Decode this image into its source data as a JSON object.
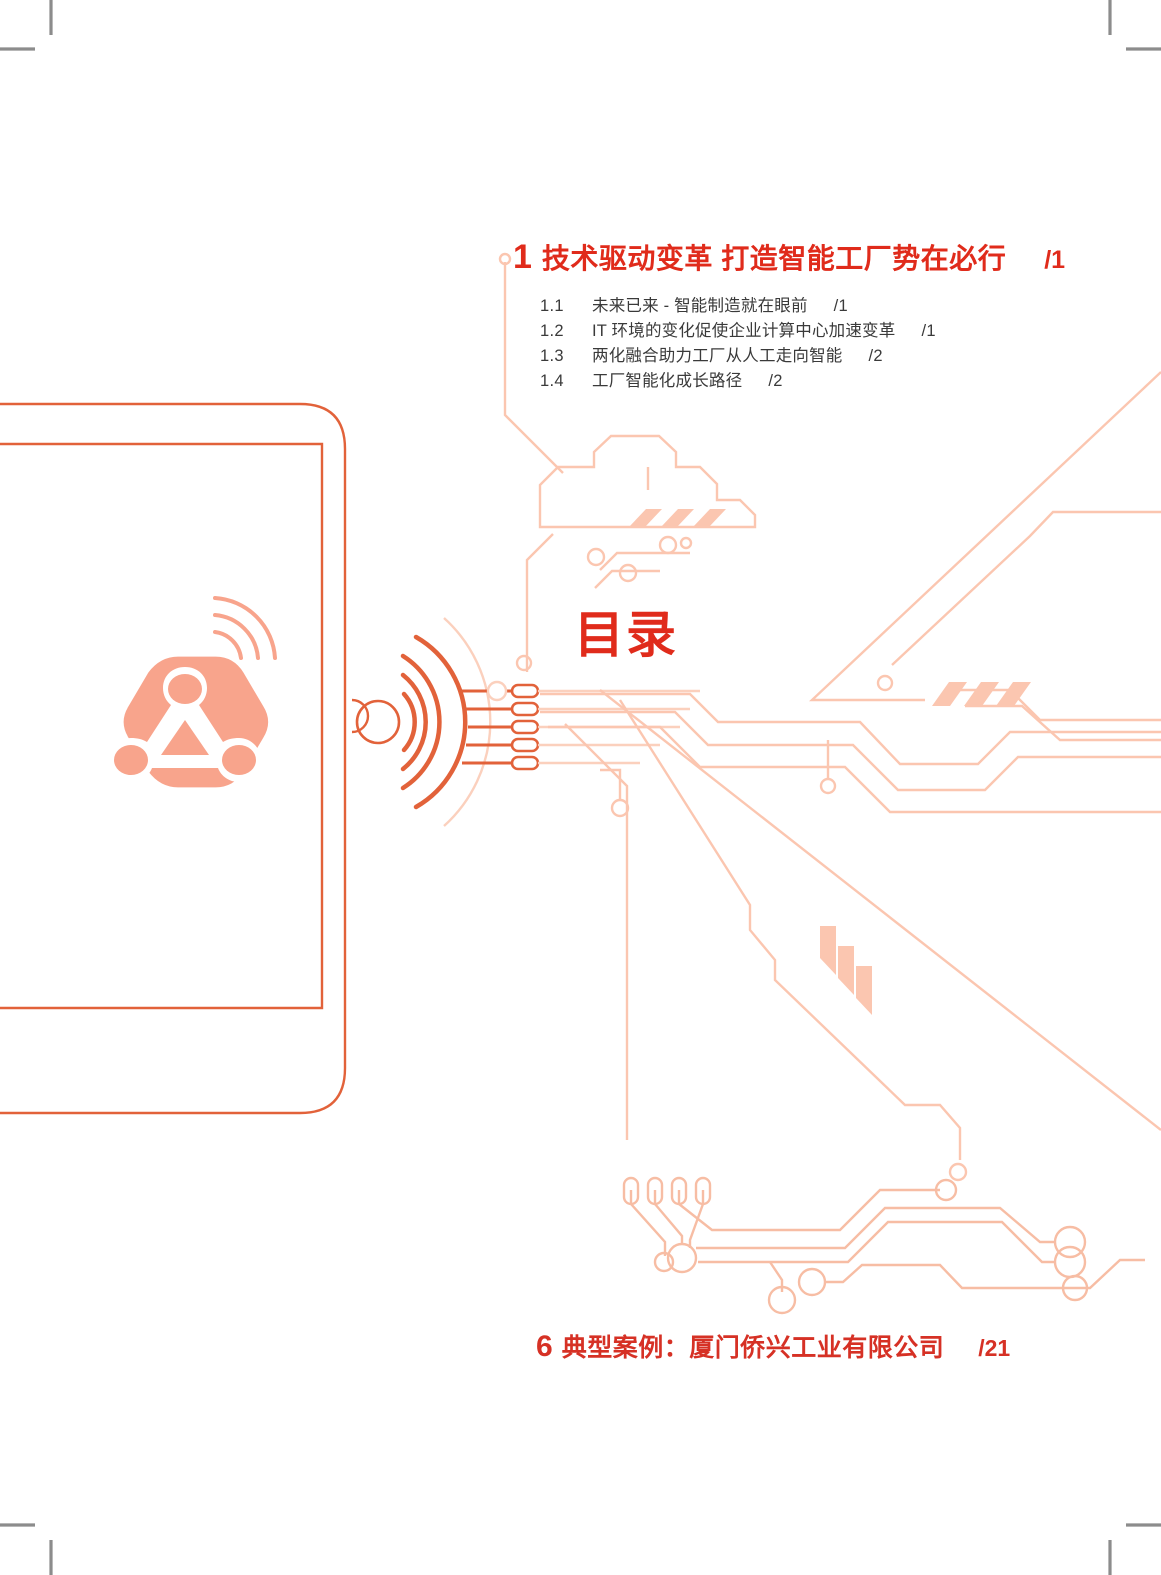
{
  "page": {
    "background_color": "#ffffff",
    "crop_marks_color": "#8c8c8c"
  },
  "colors": {
    "heading_red": "#e02b1b",
    "section6_red": "#d63125",
    "body_gray": "#3a3a3a",
    "circuit_orange": "#e2623a",
    "circuit_light": "#f7b9a0",
    "circuit_pale": "#fbd9cb",
    "logo_salmon": "#f8a48c"
  },
  "toc_title": "目录",
  "sections": [
    {
      "number": "1",
      "title": "技术驱动变革  打造智能工厂势在必行",
      "page": "/1",
      "items": [
        {
          "number": "1.1",
          "title": "未来已来 - 智能制造就在眼前",
          "page": "/1"
        },
        {
          "number": "1.2",
          "title": "IT 环境的变化促使企业计算中心加速变革",
          "page": "/1"
        },
        {
          "number": "1.3",
          "title": "两化融合助力工厂从人工走向智能",
          "page": "/2"
        },
        {
          "number": "1.4",
          "title": "工厂智能化成长路径",
          "page": "/2"
        }
      ]
    },
    {
      "number": "6",
      "title": "典型案例：厦门侨兴工业有限公司",
      "page": "/21",
      "items": []
    }
  ],
  "graphics": {
    "device_frame": "tablet-outline",
    "logo": "hexagon-network-node-logo",
    "logo_wifi_arcs": 3,
    "signal_emitter": "wifi-broadcast-antenna",
    "cloud": "geometric-cloud-outline",
    "circuit_board": "pcb-traces-and-pads"
  }
}
